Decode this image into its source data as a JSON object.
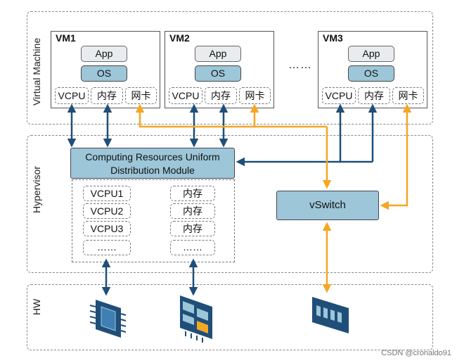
{
  "bands": {
    "virtual_machine": "Virtual Machine",
    "hypervisor": "Hypervisor",
    "hw": "HW"
  },
  "vms": [
    {
      "title": "VM1",
      "app": "App",
      "os": "OS",
      "vcpu": "VCPU",
      "mem": "内存",
      "nic": "网卡"
    },
    {
      "title": "VM2",
      "app": "App",
      "os": "OS",
      "vcpu": "VCPU",
      "mem": "内存",
      "nic": "网卡"
    },
    {
      "title": "VM3",
      "app": "App",
      "os": "OS",
      "vcpu": "VCPU",
      "mem": "内存",
      "nic": "网卡"
    }
  ],
  "vm_ellipsis": "……",
  "module": {
    "line1": "Computing Resources Uniform",
    "line2": "Distribution Module"
  },
  "vcpu_pool": [
    "VCPU1",
    "VCPU2",
    "VCPU3",
    "……"
  ],
  "mem_pool": [
    "内存",
    "内存",
    "内存",
    "……"
  ],
  "vswitch": "vSwitch",
  "hw_icons": [
    "cpu-chip-icon",
    "memory-board-icon",
    "network-card-icon"
  ],
  "colors": {
    "blue_arrow": "#1f4e79",
    "orange_arrow": "#f5a623",
    "box_fill": "#9dc6d8",
    "hw_fill": "#1f4e79"
  },
  "watermark": "CSDN @cronaldo91"
}
